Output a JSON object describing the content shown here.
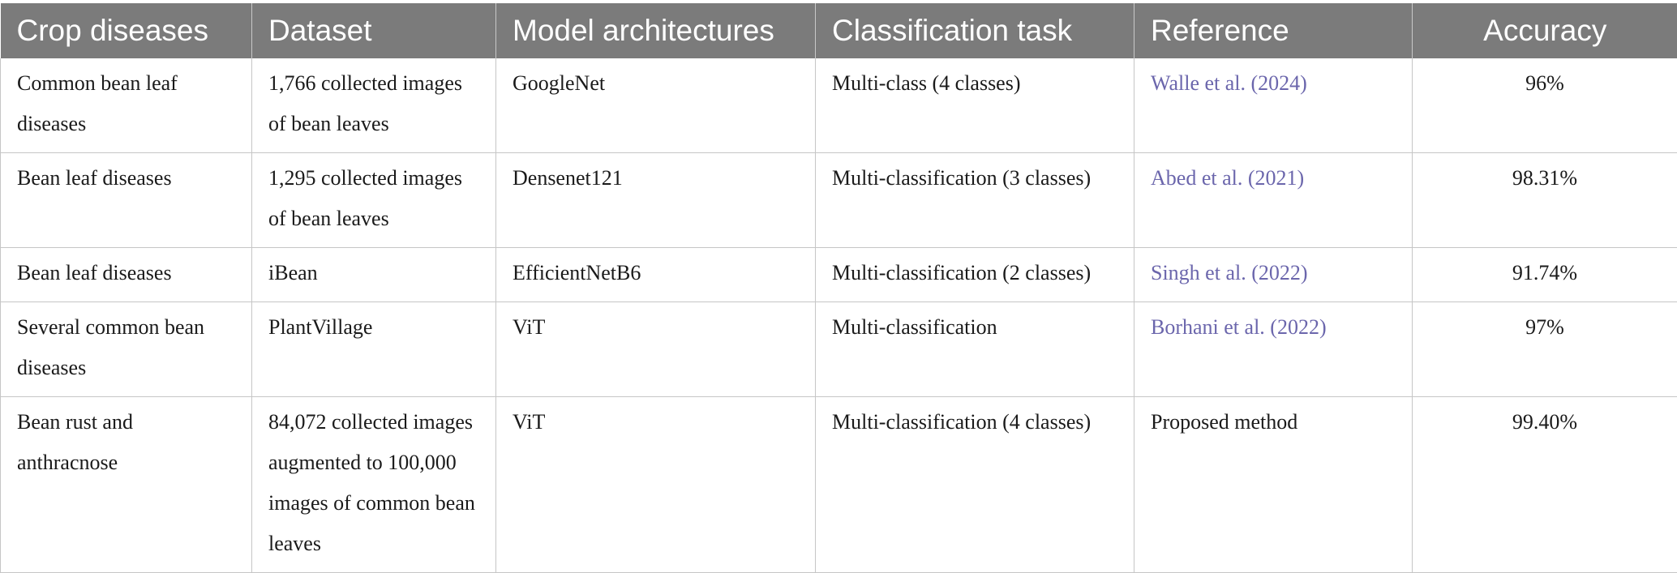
{
  "table": {
    "headers": [
      "Crop diseases",
      "Dataset",
      "Model architectures",
      "Classification task",
      "Reference",
      "Accuracy"
    ],
    "rows": [
      {
        "crop": "Common bean leaf diseases",
        "dataset": "1,766 collected images of bean leaves",
        "model": "GoogleNet",
        "task": "Multi-class (4 classes)",
        "reference": "Walle et al. (2024)",
        "reference_is_link": true,
        "accuracy": "96%"
      },
      {
        "crop": "Bean leaf diseases",
        "dataset": "1,295 collected images of bean leaves",
        "model": "Densenet121",
        "task": "Multi-classification (3 classes)",
        "reference": "Abed et al. (2021)",
        "reference_is_link": true,
        "accuracy": "98.31%"
      },
      {
        "crop": "Bean leaf diseases",
        "dataset": "iBean",
        "model": "EfficientNetB6",
        "task": "Multi-classification (2 classes)",
        "reference": "Singh et al. (2022)",
        "reference_is_link": true,
        "accuracy": "91.74%"
      },
      {
        "crop": "Several common bean diseases",
        "dataset": "PlantVillage",
        "model": "ViT",
        "task": "Multi-classification",
        "reference": "Borhani et al. (2022)",
        "reference_is_link": true,
        "accuracy": "97%"
      },
      {
        "crop": "Bean rust and anthracnose",
        "dataset": "84,072 collected images augmented to 100,000 images of common bean leaves",
        "model": "ViT",
        "task": "Multi-classification (4 classes)",
        "reference": "Proposed method",
        "reference_is_link": false,
        "accuracy": "99.40%"
      }
    ]
  },
  "colors": {
    "header_bg": "#7b7b7b",
    "header_text": "#ffffff",
    "link": "#6b66ac",
    "border": "#c6c6c6"
  }
}
